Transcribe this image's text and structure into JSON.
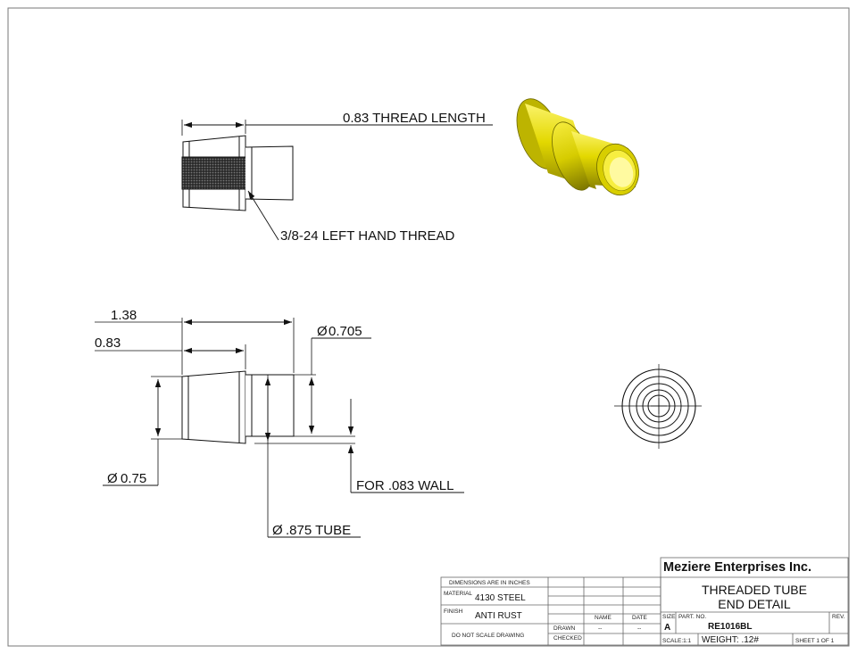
{
  "drawing": {
    "top_view": {
      "thread_length_label": "0.83 THREAD LENGTH",
      "thread_callout": "3/8-24 LEFT HAND THREAD"
    },
    "front_view": {
      "dim_overall_length": "1.38",
      "dim_thread_length": "0.83",
      "dim_inner_diameter": "0.705",
      "dim_outer_diameter": "0.75",
      "dim_tube_diameter": ".875 TUBE",
      "wall_note": "FOR .083 WALL",
      "diameter_symbol": "Ø"
    },
    "model_color": "#e8e000"
  },
  "title_block": {
    "company": "Meziere Enterprises Inc.",
    "units_note": "DIMENSIONS ARE IN INCHES",
    "material_label": "MATERIAL",
    "material_value": "4130 STEEL",
    "finish_label": "FINISH",
    "finish_value": "ANTI RUST",
    "scale_note": "DO NOT SCALE DRAWING",
    "col_name": "NAME",
    "col_date": "DATE",
    "row_drawn": "DRAWN",
    "row_checked": "CHECKED",
    "drawn_name": "--",
    "drawn_date": "--",
    "title_line1": "THREADED TUBE",
    "title_line2": "END DETAIL",
    "size_label": "SIZE",
    "size_value": "A",
    "part_no_label": "PART. NO.",
    "part_no_value": "RE1016BL",
    "rev_label": "REV.",
    "scale_value": "SCALE:1:1",
    "weight_value": "WEIGHT: .12#",
    "sheet_value": "SHEET 1 OF 1"
  }
}
